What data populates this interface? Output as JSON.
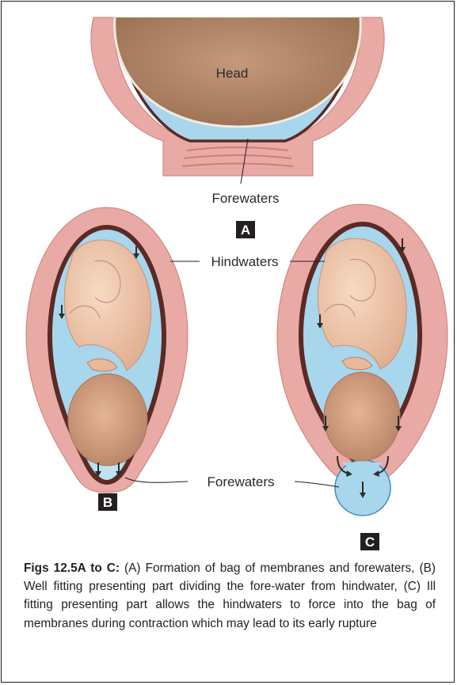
{
  "figure": {
    "labels": {
      "head": "Head",
      "forewaters_top": "Forewaters",
      "hindwaters": "Hindwaters",
      "forewaters_bottom": "Forewaters"
    },
    "panels": {
      "a": "A",
      "b": "B",
      "c": "C"
    }
  },
  "caption": {
    "title": "Figs 12.5A to C:",
    "body": "(A) Formation of bag of membranes and forewaters, (B) Well fitting presenting part dividing the fore-water from hindwater, (C) Ill fitting presenting part allows the hindwaters to force into the bag of membranes during contraction which may lead to its early rupture"
  },
  "colors": {
    "uterine_wall": "#e9a9a4",
    "membrane": "#5a2a25",
    "amniotic_fluid": "#a8d6ec",
    "head": "#b78a6d",
    "skin": "#f2cbb0",
    "badge": "#231f20"
  }
}
